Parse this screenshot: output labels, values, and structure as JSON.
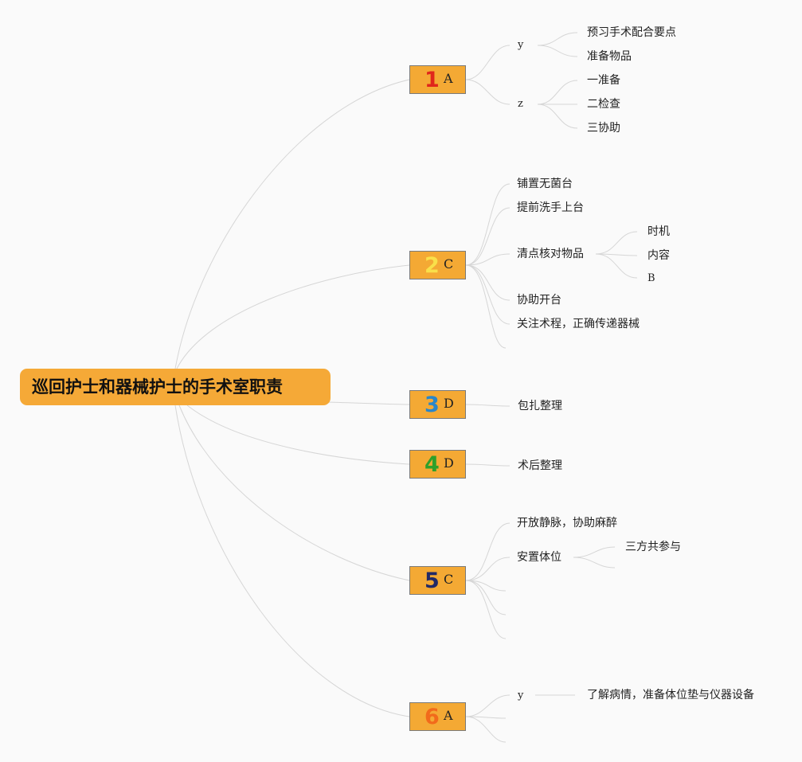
{
  "root": {
    "title": "巡回护士和器械护士的手术室职责"
  },
  "hubs": [
    {
      "num": "1",
      "tag": "A",
      "color": "#e0261b"
    },
    {
      "num": "2",
      "tag": "C",
      "color": "#f9e04a"
    },
    {
      "num": "3",
      "tag": "D",
      "color": "#2a86c9"
    },
    {
      "num": "4",
      "tag": "D",
      "color": "#2ea02a"
    },
    {
      "num": "5",
      "tag": "C",
      "color": "#232a66"
    },
    {
      "num": "6",
      "tag": "A",
      "color": "#f26a1b"
    }
  ],
  "b1": {
    "y": "y",
    "y1": "预习手术配合要点",
    "y2": "准备物品",
    "z": "z",
    "z1": "一准备",
    "z2": "二检查",
    "z3": "三协助"
  },
  "b2": {
    "i1": "铺置无菌台",
    "i2": "提前洗手上台",
    "i3": "清点核对物品",
    "i3a": "时机",
    "i3b": "内容",
    "i3c": "B",
    "i4": "协助开台",
    "i5": "关注术程，正确传递器械"
  },
  "b3": {
    "i1": "包扎整理"
  },
  "b4": {
    "i1": "术后整理"
  },
  "b5": {
    "i1": "开放静脉，协助麻醉",
    "i2": "安置体位",
    "i2a": "三方共参与"
  },
  "b6": {
    "y": "y",
    "y1": "了解病情，准备体位垫与仪器设备"
  }
}
